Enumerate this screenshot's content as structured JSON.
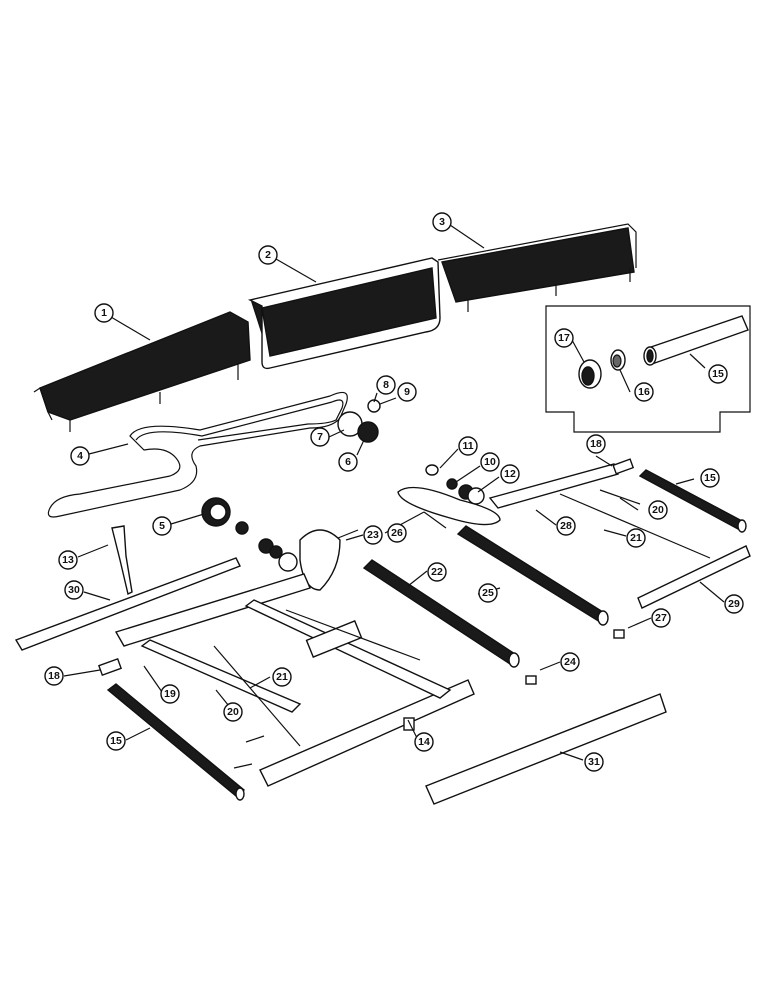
{
  "diagram": {
    "callouts": [
      {
        "id": "c1",
        "label": "1"
      },
      {
        "id": "c2",
        "label": "2"
      },
      {
        "id": "c3",
        "label": "3"
      },
      {
        "id": "c4",
        "label": "4"
      },
      {
        "id": "c5",
        "label": "5"
      },
      {
        "id": "c6",
        "label": "6"
      },
      {
        "id": "c7",
        "label": "7"
      },
      {
        "id": "c8",
        "label": "8"
      },
      {
        "id": "c9",
        "label": "9"
      },
      {
        "id": "c10",
        "label": "10"
      },
      {
        "id": "c11",
        "label": "11"
      },
      {
        "id": "c12",
        "label": "12"
      },
      {
        "id": "c13",
        "label": "13"
      },
      {
        "id": "c14",
        "label": "14"
      },
      {
        "id": "c15a",
        "label": "15"
      },
      {
        "id": "c15b",
        "label": "15"
      },
      {
        "id": "c15c",
        "label": "15"
      },
      {
        "id": "c16",
        "label": "16"
      },
      {
        "id": "c17",
        "label": "17"
      },
      {
        "id": "c18a",
        "label": "18"
      },
      {
        "id": "c18b",
        "label": "18"
      },
      {
        "id": "c19",
        "label": "19"
      },
      {
        "id": "c20a",
        "label": "20"
      },
      {
        "id": "c20b",
        "label": "20"
      },
      {
        "id": "c21a",
        "label": "21"
      },
      {
        "id": "c21b",
        "label": "21"
      },
      {
        "id": "c22",
        "label": "22"
      },
      {
        "id": "c23",
        "label": "23"
      },
      {
        "id": "c24",
        "label": "24"
      },
      {
        "id": "c25",
        "label": "25"
      },
      {
        "id": "c26",
        "label": "26"
      },
      {
        "id": "c27",
        "label": "27"
      },
      {
        "id": "c28",
        "label": "28"
      },
      {
        "id": "c29",
        "label": "29"
      },
      {
        "id": "c30",
        "label": "30"
      },
      {
        "id": "c31",
        "label": "31"
      }
    ]
  }
}
